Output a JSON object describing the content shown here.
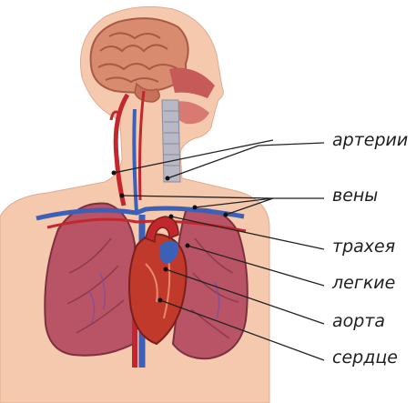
{
  "labels": {
    "arteries": "артерии",
    "veins": "вены",
    "trachea": "трахея",
    "lungs": "легкие",
    "aorta": "аорта",
    "heart": "сердце"
  },
  "colors": {
    "skin": "#f4c9ad",
    "brain": "#d98b6f",
    "lung": "#b85466",
    "heart": "#c0392b",
    "artery": "#c1272d",
    "vein": "#3c5fb8",
    "leader_line": "#222222"
  }
}
